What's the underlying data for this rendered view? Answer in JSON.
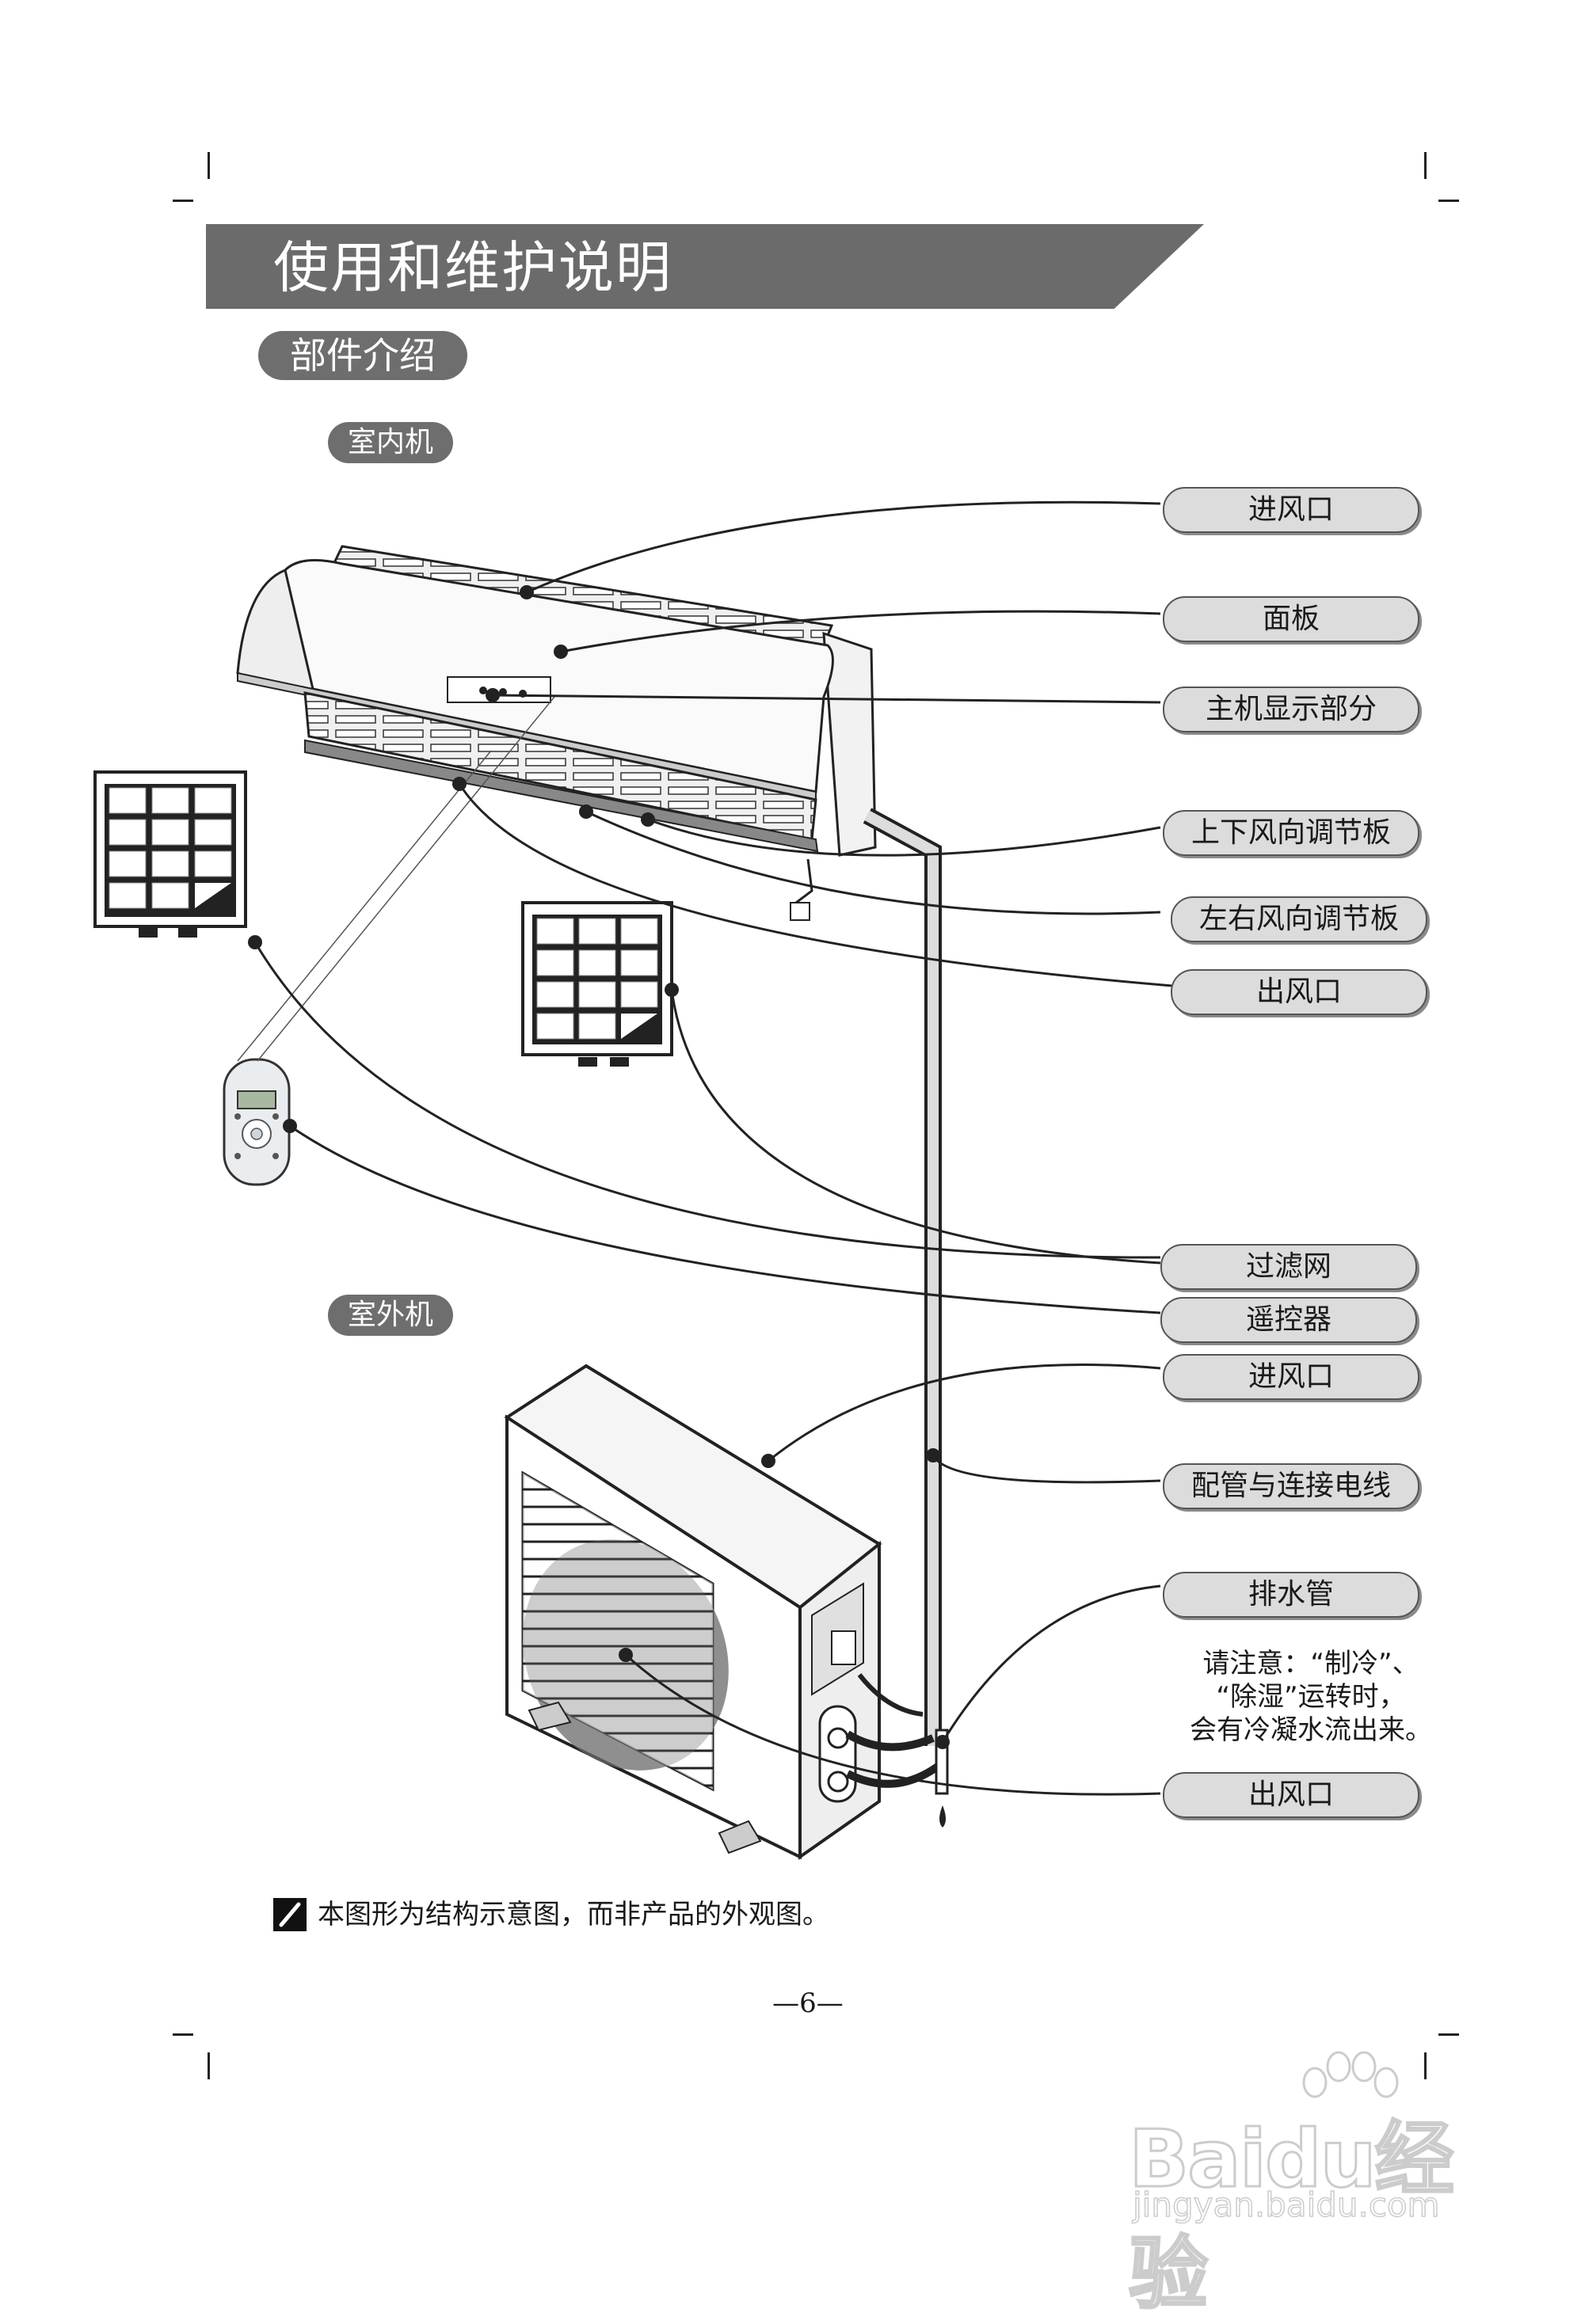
{
  "header": {
    "title": "使用和维护说明"
  },
  "section": {
    "title": "部件介绍"
  },
  "indoor": {
    "label": "室内机",
    "parts": [
      "进风口",
      "面板",
      "主机显示部分",
      "上下风向调节板",
      "左右风向调节板",
      "出风口",
      "过滤网",
      "遥控器"
    ]
  },
  "outdoor": {
    "label": "室外机",
    "parts": [
      "进风口",
      "配管与连接电线",
      "排水管",
      "出风口"
    ]
  },
  "note": {
    "line1": "请注意：“制冷”、",
    "line2": "“除湿”运转时，",
    "line3": "会有冷凝水流出来。"
  },
  "footnote": "本图形为结构示意图，而非产品的外观图。",
  "page_number": "—6—",
  "watermark": {
    "brand": "Baidu经验",
    "url": "jingyan.baidu.com"
  },
  "colors": {
    "banner": "#6b6b6b",
    "pill_dark": "#6e6e6e",
    "pill_light": "#dcdcdc"
  }
}
